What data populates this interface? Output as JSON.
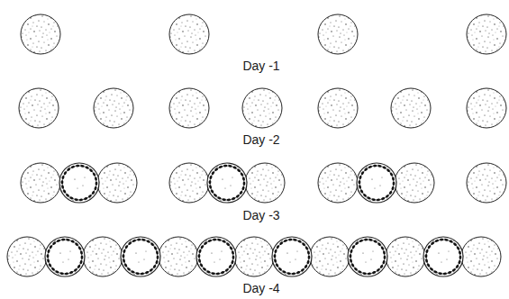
{
  "diagram": {
    "labels": [
      "Day -1",
      "Day -2",
      "Day -3",
      "Day -4"
    ]
  }
}
